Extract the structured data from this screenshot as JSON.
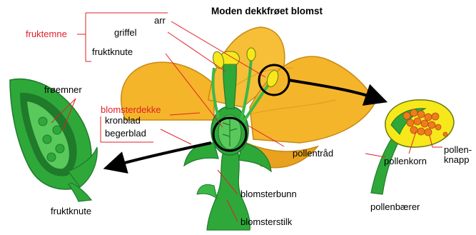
{
  "title": "Moden dekkfrøet blomst",
  "labels": {
    "arr": "arr",
    "griffel": "griffel",
    "fruktemne": "fruktemne",
    "fruktknute_top": "fruktknute",
    "froemner": "frøemner",
    "blomsterdekke": "blomsterdekke",
    "kronblad": "kronblad",
    "begerblad": "begerblad",
    "fruktknute_bottom": "fruktknute",
    "pollentrad": "pollentråd",
    "pollenkorn": "pollenkorn",
    "pollenknapp_1": "pollen-",
    "pollenknapp_2": "knapp",
    "blomsterbunn": "blomsterbunn",
    "blomsterstilk": "blomsterstilk",
    "pollenbaerer": "pollenbærer"
  },
  "colors": {
    "label_red": "#e0202a",
    "petal_yellow": "#f5b52a",
    "petal_edge": "#c58a14",
    "green_dark": "#1f7a2a",
    "green_mid": "#2fa83a",
    "green_light": "#59c95c",
    "pollen_orange": "#f07a1e",
    "anther_yellow": "#f7e81c"
  }
}
